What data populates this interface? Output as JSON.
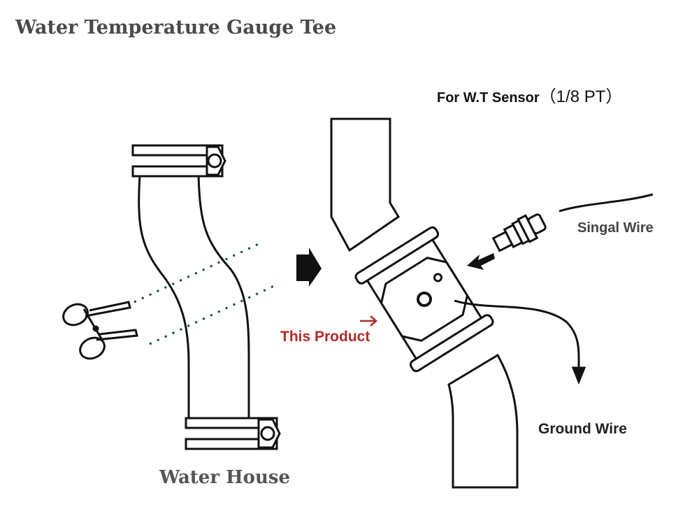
{
  "title": "Water Temperature Gauge Tee",
  "labels": {
    "sensor_prefix": "For W.T Sensor",
    "sensor_spec": "（1/8 PT）",
    "signal_wire": "Singal Wire",
    "ground_wire": "Ground Wire",
    "this_product": "This Product",
    "water_house": "Water House"
  },
  "icons": [
    "scissors-icon",
    "right-arrow-icon",
    "red-arrow-icon",
    "sensor-arrow-icon"
  ],
  "colors": {
    "accent_red": "#b42a2a",
    "line": "#111111",
    "dotted_line": "#1a4a3a"
  }
}
